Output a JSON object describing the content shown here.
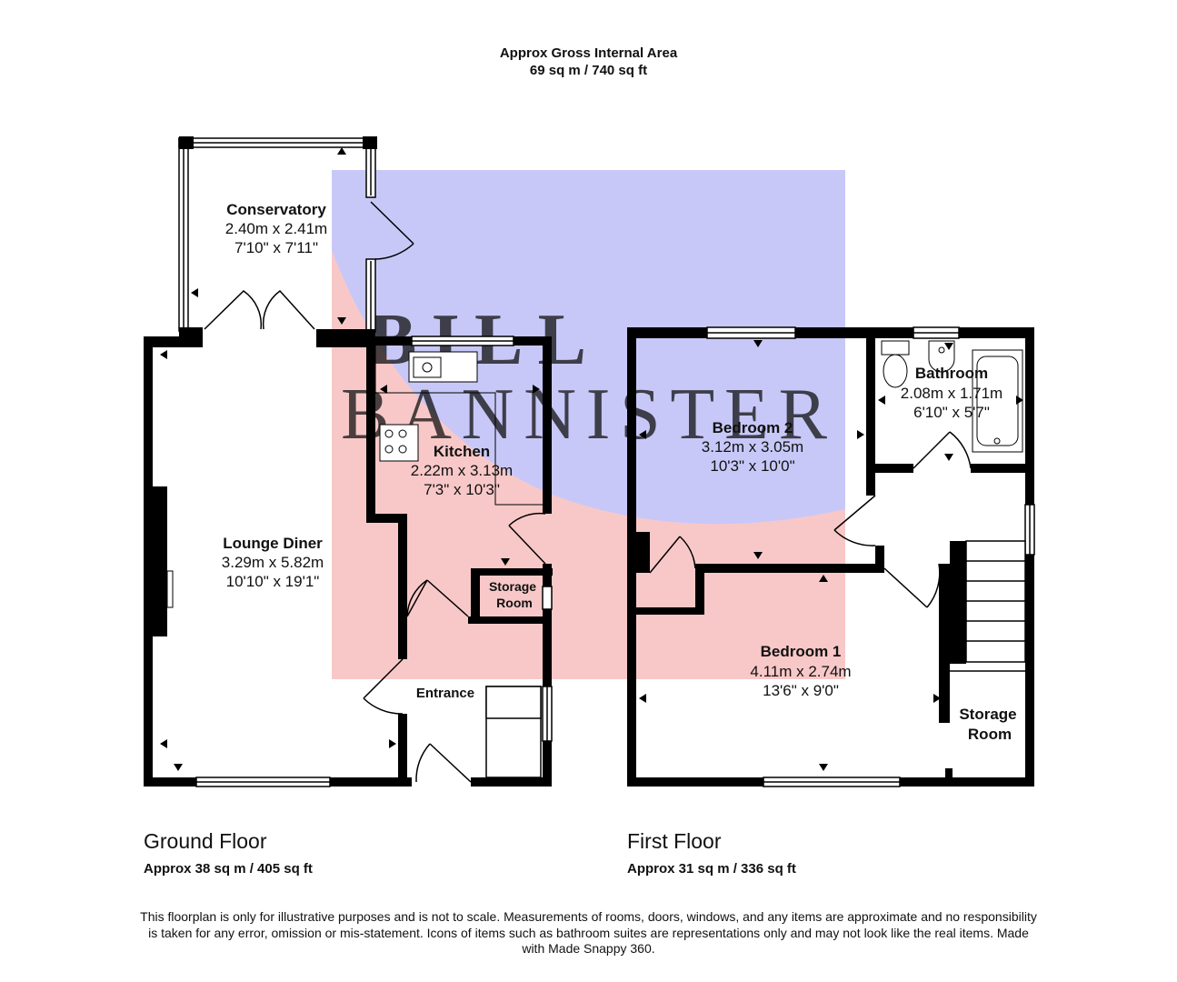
{
  "header": {
    "line1": "Approx Gross Internal Area",
    "line2": "69 sq m / 740 sq ft"
  },
  "watermark": {
    "line1": "BILL",
    "line2": "BANNISTER",
    "colors": {
      "blue": "#c8c8f8",
      "red": "#f8c8c8"
    }
  },
  "ground_floor": {
    "name": "Ground Floor",
    "area": "Approx 38 sq m / 405 sq ft",
    "rooms": [
      {
        "id": "conservatory",
        "name": "Conservatory",
        "metric": "2.40m x 2.41m",
        "imperial": "7'10\" x 7'11\""
      },
      {
        "id": "lounge",
        "name": "Lounge Diner",
        "metric": "3.29m x 5.82m",
        "imperial": "10'10\" x 19'1\""
      },
      {
        "id": "kitchen",
        "name": "Kitchen",
        "metric": "2.22m x 3.13m",
        "imperial": "7'3\" x 10'3\""
      },
      {
        "id": "storage",
        "name": "Storage Room"
      },
      {
        "id": "entrance",
        "name": "Entrance"
      }
    ]
  },
  "first_floor": {
    "name": "First Floor",
    "area": "Approx 31 sq m / 336 sq ft",
    "rooms": [
      {
        "id": "bedroom2",
        "name": "Bedroom 2",
        "metric": "3.12m x 3.05m",
        "imperial": "10'3\" x 10'0\""
      },
      {
        "id": "bathroom",
        "name": "Bathroom",
        "metric": "2.08m x 1.71m",
        "imperial": "6'10\" x 5'7\""
      },
      {
        "id": "bedroom1",
        "name": "Bedroom 1",
        "metric": "4.11m x 2.74m",
        "imperial": "13'6\" x 9'0\""
      },
      {
        "id": "storage",
        "name": "Storage Room"
      }
    ]
  },
  "disclaimer": "This floorplan is only for illustrative purposes and is not to scale. Measurements of rooms, doors, windows, and any items are approximate and no responsibility is taken for any error, omission or mis-statement. Icons of items such as bathroom suites are representations only and may not look like the real items. Made with Made Snappy 360.",
  "colors": {
    "wall": "#000000",
    "background": "#ffffff"
  }
}
